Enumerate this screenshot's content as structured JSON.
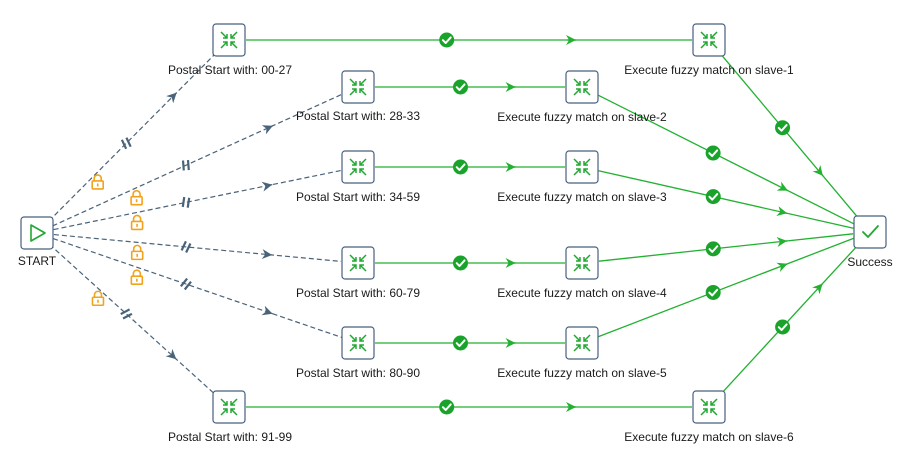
{
  "colors": {
    "node_border": "#46607e",
    "node_fill": "#ffffff",
    "node_icon": "#22a832",
    "success_edge": "#22b130",
    "success_badge": "#1aa32a",
    "parallel_edge": "#4a6379",
    "lock": "#f2a21b"
  },
  "start": {
    "label": "START",
    "icon": "play-icon"
  },
  "success": {
    "label": "Success",
    "icon": "checkmark-icon"
  },
  "branches": [
    {
      "postal_label": "Postal Start with: 00-27",
      "match_label": "Execute fuzzy match on slave-1"
    },
    {
      "postal_label": "Postal Start with: 28-33",
      "match_label": "Execute fuzzy match on slave-2"
    },
    {
      "postal_label": "Postal Start with: 34-59",
      "match_label": "Execute fuzzy match on slave-3"
    },
    {
      "postal_label": "Postal Start with: 60-79",
      "match_label": "Execute fuzzy match on slave-4"
    },
    {
      "postal_label": "Postal Start with: 80-90",
      "match_label": "Execute fuzzy match on slave-5"
    },
    {
      "postal_label": "Postal Start with: 91-99",
      "match_label": "Execute fuzzy match on slave-6"
    }
  ],
  "icons": {
    "transform": "merge-arrows-icon",
    "hop_ok": "check-circle-icon",
    "hop_lock": "lock-icon",
    "hop_parallel": "parallel-bars-icon"
  }
}
